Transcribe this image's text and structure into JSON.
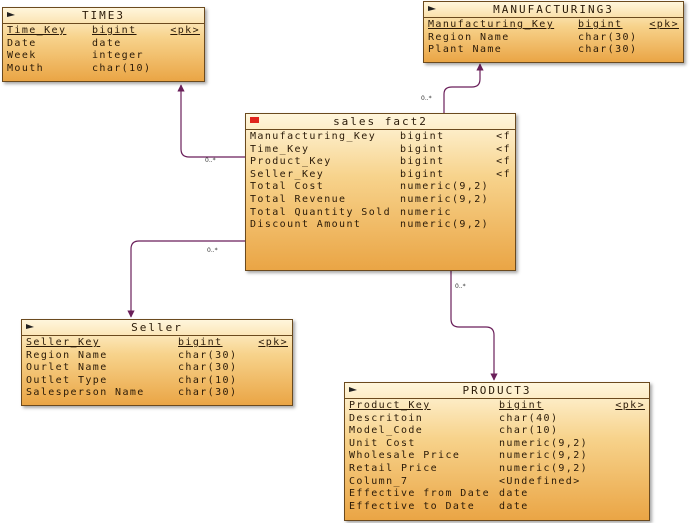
{
  "entities": {
    "time3": {
      "title": "TIME3",
      "rows": [
        {
          "name": "Time_Key",
          "type": "bigint",
          "key": "<pk>"
        },
        {
          "name": "Date",
          "type": "date",
          "key": ""
        },
        {
          "name": "Week",
          "type": "integer",
          "key": ""
        },
        {
          "name": "Mouth",
          "type": "char(10)",
          "key": ""
        }
      ]
    },
    "manufacturing3": {
      "title": "MANUFACTURING3",
      "rows": [
        {
          "name": "Manufacturing_Key",
          "type": "bigint",
          "key": "<pk>"
        },
        {
          "name": "Region Name",
          "type": "char(30)",
          "key": ""
        },
        {
          "name": "Plant Name",
          "type": "char(30)",
          "key": ""
        }
      ]
    },
    "salesfact2": {
      "title": "sales fact2",
      "rows": [
        {
          "name": "Manufacturing_Key",
          "type": "bigint",
          "key": "<f"
        },
        {
          "name": "Time_Key",
          "type": "bigint",
          "key": "<f"
        },
        {
          "name": "Product_Key",
          "type": "bigint",
          "key": "<f"
        },
        {
          "name": "Seller_Key",
          "type": "bigint",
          "key": "<f"
        },
        {
          "name": "Total Cost",
          "type": "numeric(9,2)",
          "key": ""
        },
        {
          "name": "Total Revenue",
          "type": "numeric(9,2)",
          "key": ""
        },
        {
          "name": "Total Quantity Sold",
          "type": "numeric",
          "key": ""
        },
        {
          "name": "Discount Amount",
          "type": "numeric(9,2)",
          "key": ""
        }
      ]
    },
    "seller": {
      "title": "Seller",
      "rows": [
        {
          "name": "Seller_Key",
          "type": "bigint",
          "key": "<pk>"
        },
        {
          "name": "Region Name",
          "type": "char(30)",
          "key": ""
        },
        {
          "name": "Ourlet Name",
          "type": "char(30)",
          "key": ""
        },
        {
          "name": "Outlet Type",
          "type": "char(10)",
          "key": ""
        },
        {
          "name": "Salesperson Name",
          "type": "char(30)",
          "key": ""
        }
      ]
    },
    "product3": {
      "title": "PRODUCT3",
      "rows": [
        {
          "name": "Product_Key",
          "type": "bigint",
          "key": "<pk>"
        },
        {
          "name": "Descritoin",
          "type": "char(40)",
          "key": ""
        },
        {
          "name": "Model_Code",
          "type": "char(10)",
          "key": ""
        },
        {
          "name": "Unit Cost",
          "type": "numeric(9,2)",
          "key": ""
        },
        {
          "name": "Wholesale Price",
          "type": "numeric(9,2)",
          "key": ""
        },
        {
          "name": "Retail Price",
          "type": "numeric(9,2)",
          "key": ""
        },
        {
          "name": "Column_7",
          "type": "<Undefined>",
          "key": ""
        },
        {
          "name": "Effective from Date",
          "type": "date",
          "key": ""
        },
        {
          "name": "Effective to Date",
          "type": "date",
          "key": ""
        }
      ]
    }
  },
  "cardinalities": {
    "to_time": "0..*",
    "to_manufacturing": "0..*",
    "to_seller": "0..*",
    "to_product": "0..*"
  }
}
